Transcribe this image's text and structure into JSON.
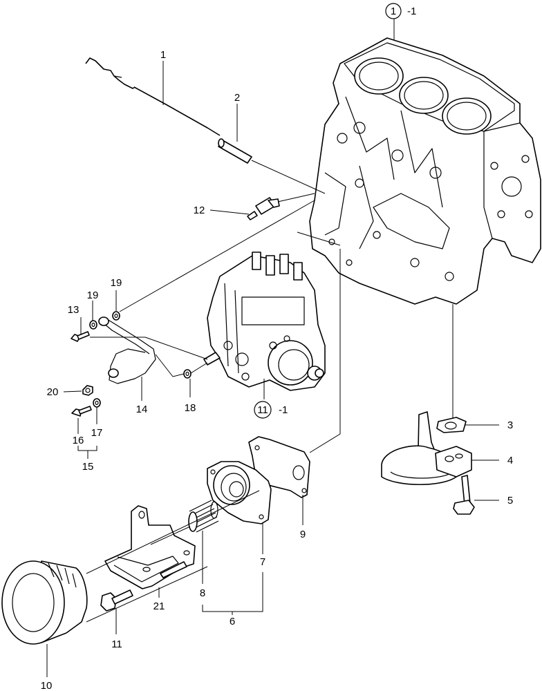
{
  "callouts": {
    "c1": "1",
    "c1_suffix": "-1",
    "c2": "2",
    "c3": "3",
    "c4": "4",
    "c5": "5",
    "c6": "6",
    "c7": "7",
    "c8": "8",
    "c9": "9",
    "c10": "10",
    "c11": "11",
    "c11_suffix": "-1",
    "c12": "12",
    "c13": "13",
    "c14": "14",
    "c15": "15",
    "c16": "16",
    "c17": "17",
    "c18": "18",
    "c19a": "19",
    "c19b": "19",
    "c20": "20",
    "c21": "21"
  },
  "parts": [
    {
      "id": "1",
      "icon": "dipstick-icon"
    },
    {
      "id": "2",
      "icon": "dipstick-guide-tube-icon"
    },
    {
      "id": "3",
      "icon": "gasket-icon"
    },
    {
      "id": "4",
      "icon": "oil-strainer-icon"
    },
    {
      "id": "5",
      "icon": "bolt-icon"
    },
    {
      "id": "6",
      "icon": "oil-filter-bracket-assy-icon"
    },
    {
      "id": "7",
      "icon": "filter-housing-icon"
    },
    {
      "id": "8",
      "icon": "spring-icon"
    },
    {
      "id": "9",
      "icon": "gasket-icon"
    },
    {
      "id": "10",
      "icon": "oil-filter-icon"
    },
    {
      "id": "11",
      "icon": "injection-pump-icon"
    },
    {
      "id": "12",
      "icon": "oil-pressure-switch-icon"
    },
    {
      "id": "13",
      "icon": "bolt-icon"
    },
    {
      "id": "14",
      "icon": "oil-pipe-icon"
    },
    {
      "id": "15",
      "icon": "joint-bolt-set-icon"
    },
    {
      "id": "16",
      "icon": "joint-bolt-icon"
    },
    {
      "id": "17",
      "icon": "washer-icon"
    },
    {
      "id": "18",
      "icon": "washer-icon"
    },
    {
      "id": "19",
      "icon": "washer-icon"
    },
    {
      "id": "20",
      "icon": "nut-icon"
    },
    {
      "id": "21",
      "icon": "bracket-icon"
    }
  ]
}
